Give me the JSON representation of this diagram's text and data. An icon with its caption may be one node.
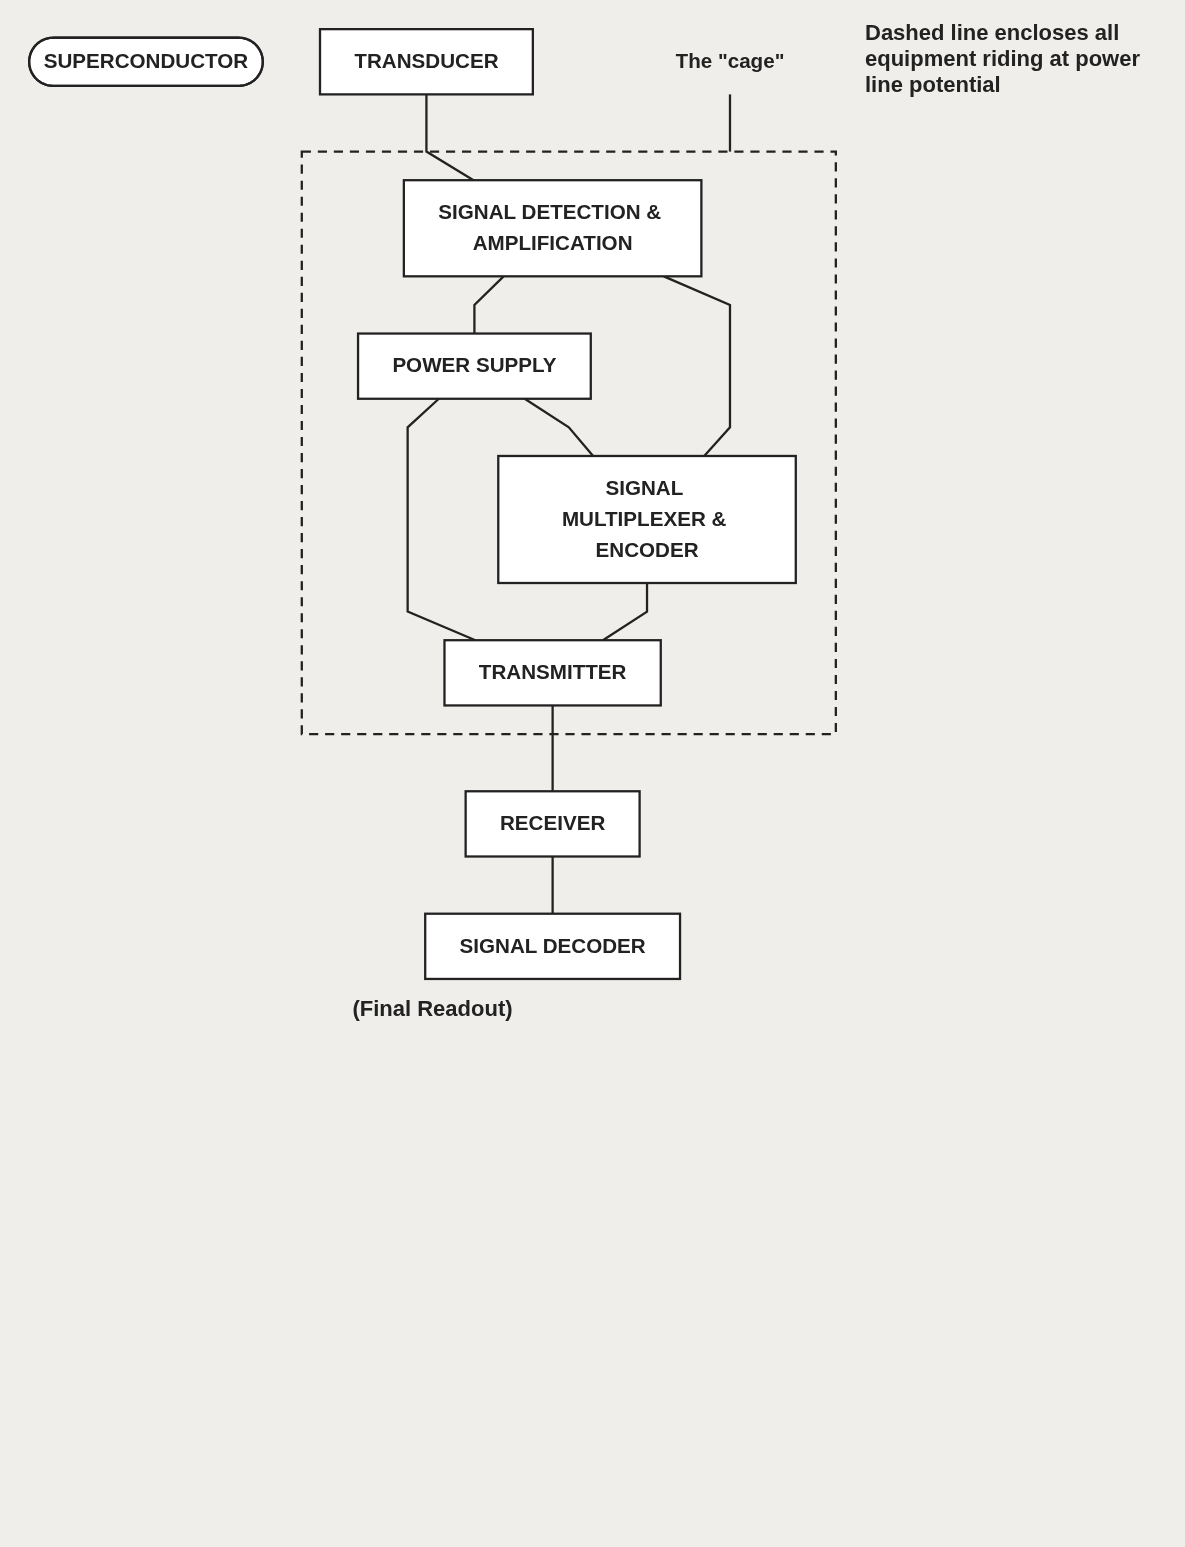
{
  "diagram": {
    "nodes": [
      {
        "text": [
          "SUPERCONDUCTOR"
        ]
      },
      {
        "text": [
          "TRANSDUCER"
        ]
      },
      {
        "text": [],
        "shape": "box"
      },
      {
        "text": [
          "SIGNAL DETECTION & AMPLIFICATION"
        ],
        "in": 2
      },
      {
        "text": [
          "POWER SUPPLY"
        ],
        "in": 2
      },
      {
        "text": [
          "SIGNAL MULTIPLEXER & ENCODER"
        ],
        "in": 2
      },
      {
        "text": [
          "TRANSMITTER"
        ],
        "in": 2
      },
      {
        "text": [
          "RECEIVER"
        ]
      },
      {
        "text": [
          "SIGNAL DECODER"
        ],
        "beside": [
          "(Final Readout)"
        ]
      },
      {
        "text": [
          "The \"cage\""
        ]
      }
    ],
    "edges": [
      {
        "from": 1,
        "to": 3,
        "arrow": "none"
      },
      {
        "from": 3,
        "to": 4,
        "arrow": "none"
      },
      {
        "from": 4,
        "to": 5,
        "arrow": "none"
      },
      {
        "from": 4,
        "to": 6,
        "arrow": "none"
      },
      {
        "from": 3,
        "to": 5,
        "arrow": "none"
      },
      {
        "from": 5,
        "to": 6,
        "arrow": "none"
      },
      {
        "from": 6,
        "to": 7,
        "arrow": "none"
      },
      {
        "from": 7,
        "to": 8,
        "arrow": "none"
      },
      {
        "from": 9,
        "to": 2,
        "arrow": "none"
      }
    ],
    "labels": [
      "Dashed line encloses all equipment riding at power line potential"
    ]
  }
}
